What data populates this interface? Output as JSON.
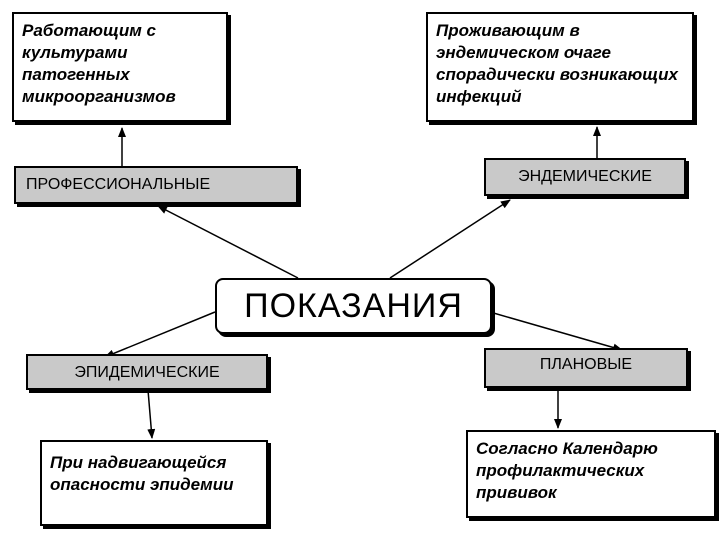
{
  "center": {
    "label": "ПОКАЗАНИЯ"
  },
  "categories": {
    "professional": "ПРОФЕССИОНАЛЬНЫЕ",
    "endemic": "ЭНДЕМИЧЕСКИЕ",
    "epidemic": "ЭПИДЕМИЧЕСКИЕ",
    "planned": "ПЛАНОВЫЕ"
  },
  "notes": {
    "professional": "Работающим с культурами патогенных микроорганизмов",
    "endemic": "Проживающим в эндемическом очаге спорадически возникающих инфекций",
    "epidemic": "При надвигающейся опасности эпидемии",
    "planned": "Согласно Календарю профилактических прививок"
  }
}
